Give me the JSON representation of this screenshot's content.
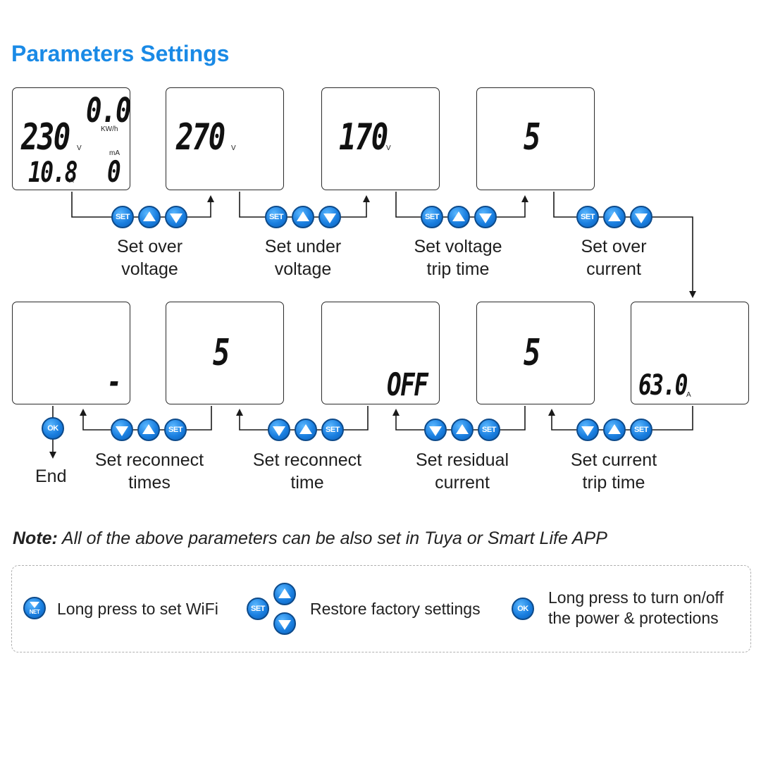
{
  "title": "Parameters Settings",
  "screens": {
    "home": {
      "kwh": "0.0",
      "kwh_unit": "KW/h",
      "voltage": "230",
      "voltage_unit": "V",
      "current": "10.8",
      "current_unit": "A",
      "leak_unit": "mA",
      "leak": "0"
    },
    "over_voltage": {
      "value": "270",
      "unit": "V"
    },
    "under_voltage": {
      "value": "170",
      "unit": "V"
    },
    "voltage_trip_time": {
      "value": "5"
    },
    "over_current": {
      "value": "63.0",
      "unit": "A"
    },
    "current_trip_time": {
      "value": "5"
    },
    "residual_current": {
      "value": "OFF"
    },
    "reconnect_time": {
      "value": "5"
    },
    "reconnect_times": {
      "value": "-"
    }
  },
  "buttons": {
    "set": "SET",
    "ok": "OK",
    "net": "NET"
  },
  "steps": {
    "over_voltage": [
      "Set over",
      "voltage"
    ],
    "under_voltage": [
      "Set under",
      "voltage"
    ],
    "voltage_trip_time": [
      "Set voltage",
      "trip time"
    ],
    "over_current": [
      "Set over",
      "current"
    ],
    "current_trip_time": [
      "Set current",
      "trip time"
    ],
    "residual_current": [
      "Set residual",
      "current"
    ],
    "reconnect_time": [
      "Set reconnect",
      "time"
    ],
    "reconnect_times": [
      "Set reconnect",
      "times"
    ]
  },
  "end_label": "End",
  "note": {
    "prefix": "Note:",
    "text": " All of the above parameters can be also set in Tuya or Smart Life APP"
  },
  "legend": {
    "wifi": "Long press to set WiFi",
    "restore": "Restore factory settings",
    "power": [
      "Long press to turn on/off",
      "the power & protections"
    ]
  },
  "colors": {
    "title": "#1a8ae6",
    "button": "#1a7fe0",
    "button_border": "#0d4a8a"
  }
}
